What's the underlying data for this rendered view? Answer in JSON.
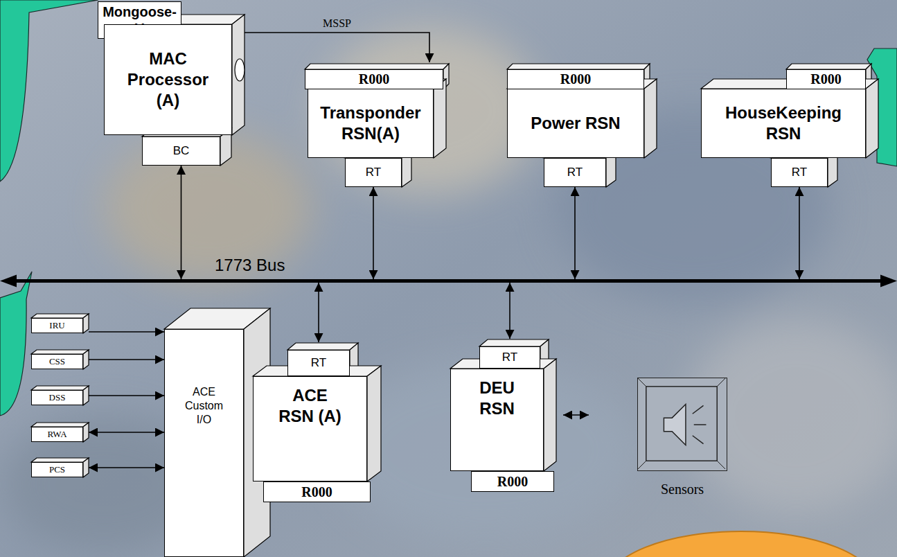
{
  "diagram": {
    "nodes": [
      {
        "text": [
          "Mongoose-V"
        ]
      },
      {
        "text": [
          "MAC Processor (A)"
        ]
      },
      {
        "text": [
          "BC"
        ]
      },
      {
        "text": [
          "R000"
        ]
      },
      {
        "text": [
          "Transponder RSN(A)"
        ]
      },
      {
        "text": [
          "RT"
        ]
      },
      {
        "text": [
          "R000"
        ]
      },
      {
        "text": [
          "Power RSN"
        ]
      },
      {
        "text": [
          "RT"
        ]
      },
      {
        "text": [
          "R000"
        ]
      },
      {
        "text": [
          "HouseKeeping RSN"
        ]
      },
      {
        "text": [
          "RT"
        ]
      },
      {
        "text": [
          "1773 Bus"
        ]
      },
      {
        "text": [
          "IRU"
        ]
      },
      {
        "text": [
          "CSS"
        ]
      },
      {
        "text": [
          "DSS"
        ]
      },
      {
        "text": [
          "RWA"
        ]
      },
      {
        "text": [
          "PCS"
        ]
      },
      {
        "text": [
          "ACE Custom I/O"
        ]
      },
      {
        "text": [
          "RT"
        ]
      },
      {
        "text": [
          "ACE RSN (A)"
        ]
      },
      {
        "text": [
          "R000"
        ]
      },
      {
        "text": [
          "RT"
        ]
      },
      {
        "text": [
          "DEU RSN"
        ]
      },
      {
        "text": [
          "R000"
        ]
      },
      {
        "text": [
          "Sensors"
        ]
      }
    ],
    "edges": [
      {
        "from": 1,
        "to": 3,
        "label": "MSSP",
        "arrow": "to"
      },
      {
        "from": 2,
        "to": 12,
        "arrow": "both"
      },
      {
        "from": 5,
        "to": 12,
        "arrow": "both"
      },
      {
        "from": 8,
        "to": 12,
        "arrow": "both"
      },
      {
        "from": 11,
        "to": 12,
        "arrow": "both"
      },
      {
        "from": 19,
        "to": 12,
        "arrow": "both"
      },
      {
        "from": 22,
        "to": 12,
        "arrow": "both"
      },
      {
        "from": 13,
        "to": 18,
        "arrow": "to"
      },
      {
        "from": 14,
        "to": 18,
        "arrow": "to"
      },
      {
        "from": 15,
        "to": 18,
        "arrow": "to"
      },
      {
        "from": 16,
        "to": 18,
        "arrow": "both"
      },
      {
        "from": 17,
        "to": 18,
        "arrow": "both"
      },
      {
        "from": 23,
        "to": 25,
        "arrow": "both"
      }
    ]
  }
}
